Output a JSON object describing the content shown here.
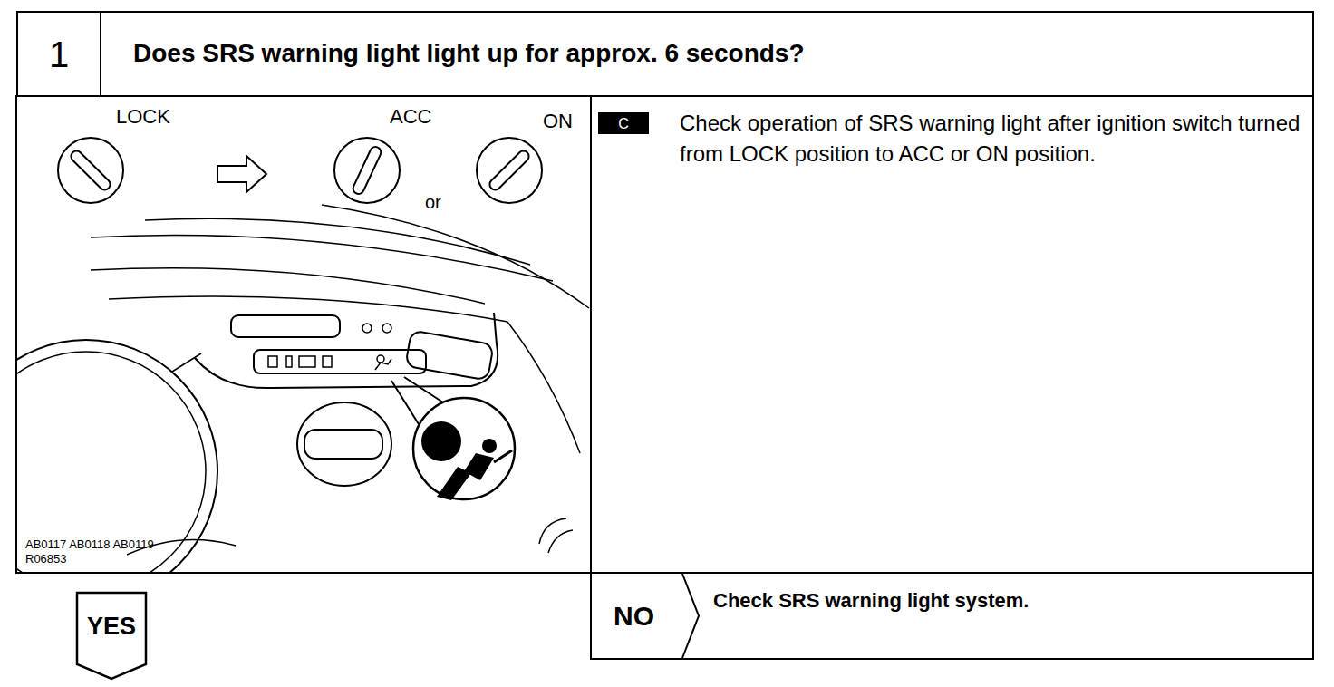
{
  "diagram": {
    "nodes": [
      {
        "text": [
          "1",
          "Does SRS warning light light up for approx. 6 seconds?"
        ]
      },
      {
        "text": [
          "Check operation of SRS warning light after ignition switch turned from LOCK position to ACC or ON position."
        ]
      },
      {
        "text": [
          "C"
        ],
        "in": 1
      },
      {
        "text": [
          "YES"
        ]
      },
      {
        "text": [
          "NO",
          "Check SRS warning light system."
        ]
      }
    ],
    "labels": [
      "LOCK",
      "ACC",
      "ON",
      "or",
      "AB0117 AB0118 AB0119",
      "R06853"
    ]
  }
}
